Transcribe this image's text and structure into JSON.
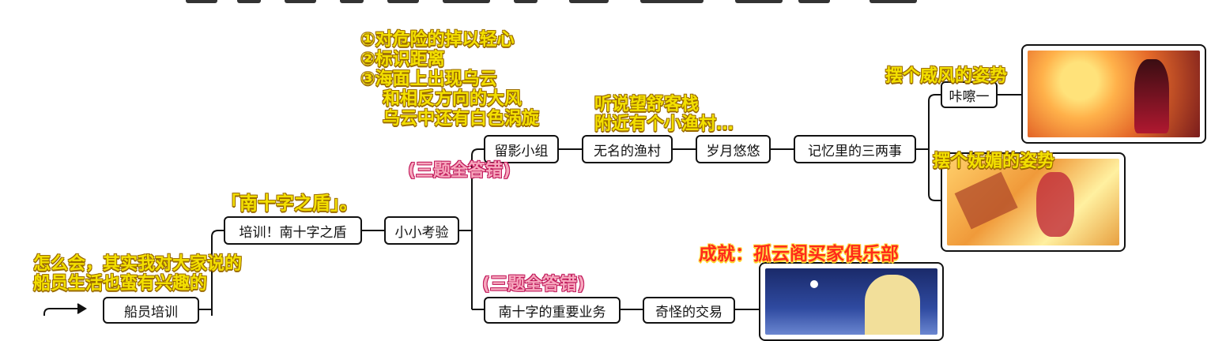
{
  "nodes": {
    "crew_training": "船员培训",
    "training_southern_cross": "培训！南十字之盾",
    "small_test": "小小考验",
    "photo_group": "留影小组",
    "nameless_fishing_village": "无名的渔村",
    "long_years": "岁月悠悠",
    "memories": "记忆里的三两事",
    "click": "咔嚓一",
    "important_business": "南十字的重要业务",
    "strange_deal": "奇怪的交易"
  },
  "notes": {
    "answers": [
      "①对危险的掉以轻心",
      "②标识距离",
      "③海面上出现乌云",
      "  和相反方向的大风",
      "  乌云中还有白色涡旋"
    ],
    "village_hint": [
      "听说望舒客栈",
      "附近有个小渔村…"
    ],
    "all_wrong_1": "(三题全答错)",
    "all_wrong_2": "(三题全答错)",
    "southern_cross_shield": "「南十字之盾」。",
    "crew_life": [
      "怎么会，其实我对大家说的",
      "船员生活也蛮有兴趣的"
    ],
    "pose_majestic": "摆个威风的姿势",
    "pose_charming": "摆个妩媚的姿势",
    "achievement": "成就：孤云阁买家俱乐部"
  },
  "colors": {
    "note_yellow": "#f3e000",
    "note_pink": "#f7a8be",
    "achievement_red": "#ff2a1a",
    "line": "#111111"
  }
}
